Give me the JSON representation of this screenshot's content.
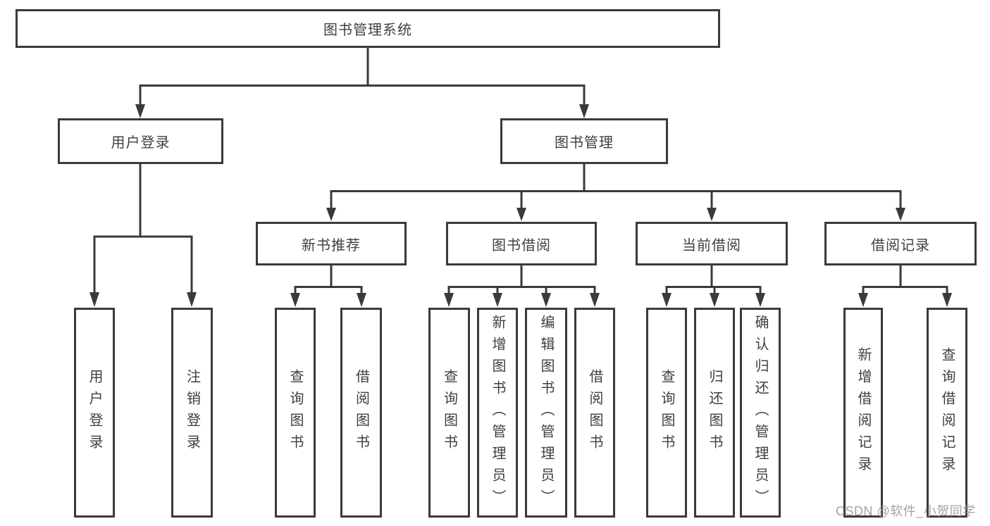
{
  "colors": {
    "line": "#3a3a3a",
    "text": "#3f3f3f",
    "background": "#ffffff",
    "watermark": "#969696"
  },
  "root": {
    "label": "图书管理系统"
  },
  "branches": {
    "user_login": {
      "label": "用户登录",
      "children": [
        "用户登录",
        "注销登录"
      ]
    },
    "book_management": {
      "label": "图书管理",
      "sections": {
        "new_books": {
          "label": "新书推荐",
          "children": [
            "查询图书",
            "借阅图书"
          ]
        },
        "book_borrow": {
          "label": "图书借阅",
          "children": [
            "查询图书",
            "新增图书（管理员）",
            "编辑图书（管理员）",
            "借阅图书"
          ]
        },
        "current_borrow": {
          "label": "当前借阅",
          "children": [
            "查询图书",
            "归还图书",
            "确认归还（管理员）"
          ]
        },
        "borrow_records": {
          "label": "借阅记录",
          "children": [
            "新增借阅记录",
            "查询借阅记录"
          ]
        }
      }
    }
  },
  "watermark": {
    "text": "CSDN @软件_小贺同学"
  }
}
